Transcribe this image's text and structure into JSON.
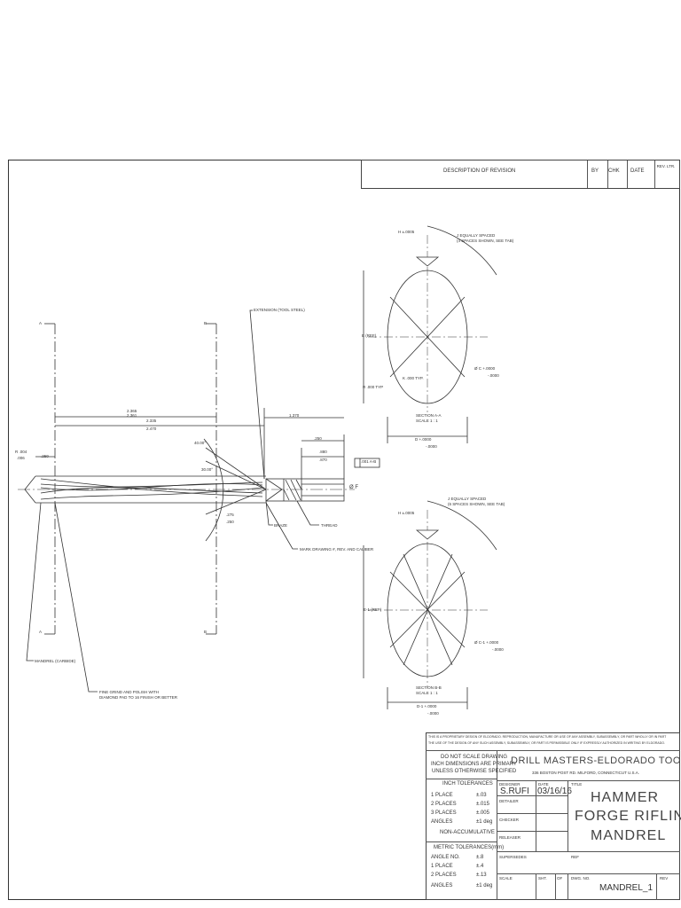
{
  "revision_block": {
    "description": "DESCRIPTION OF REVISION",
    "by": "BY",
    "chk": "CHK",
    "date": "DATE",
    "rev_ltr": "REV. LTR."
  },
  "annotations": {
    "extension": "EXTENSION (TOOL STEEL)",
    "thread": "THREAD",
    "braze": "BRAZE",
    "mark": "MARK DRAWING #, REV. AND CALIBER",
    "mandrel": "MANDREL (CARBIDE)",
    "grind_1": "FINE GRIND AND POLISH WITH",
    "grind_2": "DIAMOND PAD TO 16 FINISH OR BETTER",
    "sec_a_left": "A",
    "sec_a_right": "A",
    "sec_b_left": "B",
    "sec_b_right": "B"
  },
  "dimensions": {
    "d1a": "2.365",
    "d1b": "2.361",
    "d2a": "2.335",
    "d2b": "2.470",
    "d3": "1.370",
    "d4": ".250",
    "d5a": ".880",
    "d5b": ".870",
    "d6": ".250",
    "r": "R .004",
    "r2": ".006",
    "ang1": "40.00°",
    "ang2": "30.00°",
    "d7a": ".275",
    "d7b": ".250",
    "dia_f": "Ø F",
    "tol": ".001 A-B"
  },
  "section_a": {
    "h_note": "H ±.0005",
    "eq_1": "J EQUALLY SPACED",
    "eq_2": "(4 SPACES SHOWN, SEE TAB)",
    "e_dim": "E (REF)",
    "k_note": "K .000 TYP.",
    "r_note": "R .000 TYP",
    "c_note": "Ø C +.0000",
    "c_tol": "-.0000",
    "title": "SECTION A-A",
    "scale": "SCALE 1 : 1",
    "d_note": "D +.0000",
    "d_tol": "-.0000"
  },
  "section_b": {
    "h_note": "H ±.0005",
    "eq_1": "J EQUALLY SPACED",
    "eq_2": "(6 SPACES SHOWN, SEE TAB)",
    "e_dim": "E-1 (REF)",
    "c_note": "Ø C-1 +.0000",
    "c_tol": "-.0000",
    "title": "SECTION B-B",
    "scale": "SCALE 1 : 1",
    "d_note": "D-1 +.0000",
    "d_tol": "-.0000"
  },
  "title_block": {
    "proprietary_1": "THIS IS A PROPRIETARY DESIGN OF ELDORADO. REPRODUCTION, MANUFACTURE OR USE OF ANY ASSEMBLY, SUBASSEMBLY, OR PART WHOLLY OR IN PART",
    "proprietary_2": "THE USE OF THE DESIGN OF ANY SUCH ASSEMBLY, SUBASSEMBLY, OR PART IS PERMISSIBLE ONLY IF EXPRESSLY AUTHORIZED IN WRITING BY ELDORADO.",
    "scale_note_1": "DO NOT SCALE DRAWING",
    "scale_note_2": "INCH DIMENSIONS ARE PRIMARY",
    "scale_note_3": "UNLESS OTHERWISE SPECIFIED",
    "inch_tol_title": "INCH TOLERANCES",
    "inch_tol": [
      {
        "label": "1 PLACE",
        "value": "±.03"
      },
      {
        "label": "2 PLACES",
        "value": "±.015"
      },
      {
        "label": "3 PLACES",
        "value": "±.005"
      },
      {
        "label": "ANGLES",
        "value": "±1 deg"
      }
    ],
    "non_accum": "NON-ACCUMULATIVE",
    "metric_tol_title": "METRIC TOLERANCES(mm)",
    "metric_tol": [
      {
        "label": "ANGLE NO.",
        "value": "±.8"
      },
      {
        "label": "1 PLACE",
        "value": "±.4"
      },
      {
        "label": "2 PLACES",
        "value": "±.13"
      },
      {
        "label": "ANGLES",
        "value": "±1 deg"
      }
    ],
    "company": "DRILL MASTERS-ELDORADO TOOL",
    "address": "336 BOSTON POST RD.     MILFORD, CONNECTICUT U.S.A.",
    "designer_label": "DESIGNER",
    "designer": "S.RUFI",
    "date_label": "DATE",
    "date": "03/16/16",
    "detailer_label": "DETAILER",
    "checker_label": "CHECKER",
    "releaser_label": "RELEASER",
    "supersedes_label": "SUPERSEDES",
    "title_label": "TITLE",
    "title_1": "HAMMER",
    "title_2": "FORGE RIFLING",
    "title_3": "MANDREL",
    "ref_label": "REF",
    "scale_label": "SCALE",
    "sht_label": "SHT.",
    "of_label": "OF",
    "dwg_label": "DWG. NO.",
    "dwg_no": "MANDREL_1",
    "rev_label": "REV"
  }
}
